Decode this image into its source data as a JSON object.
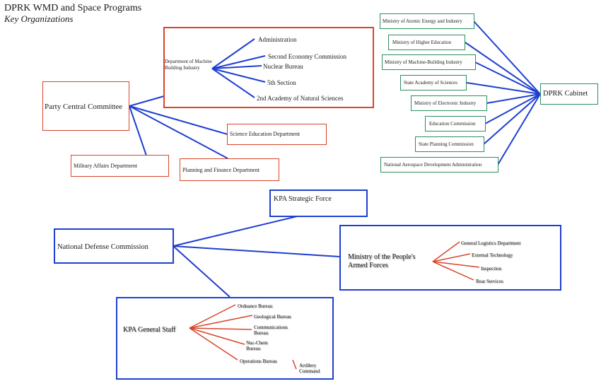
{
  "header": {
    "title": "DPRK WMD and Space Programs",
    "subtitle": "Key Organizations"
  },
  "party": {
    "central": "Party Central Committee",
    "dept_mbi": "Department of Machine Building Industry",
    "mbi_children": [
      "Administration",
      "Second Economy Commission",
      "Nuclear Bureau",
      "5th Section",
      "2nd Academy of Natural Sciences"
    ],
    "science_ed": "Science Education Department",
    "military_affairs": "Military Affairs Department",
    "planning_finance": "Planning and Finance Department"
  },
  "cabinet": {
    "name": "DPRK Cabinet",
    "ministries": [
      "Ministry of Atomic Energy and Industry",
      "Ministry of Higher Education",
      "Ministry of Machine-Building Industry",
      "State Academy of Sciences",
      "Ministry of Electronic Industry",
      "Education Commission",
      "State Planning Commission",
      "National Aerospace Development Administration"
    ]
  },
  "defense": {
    "ndc": "National Defense Commission",
    "strategic_force": "KPA Strategic Force",
    "mpaf": "Ministry of the People's Armed Forces",
    "mpaf_children": [
      "General Logistics Department",
      "External Technology",
      "Inspection",
      "Rear Services"
    ],
    "general_staff": "KPA General Staff",
    "gs_children": [
      "Ordnance Bureau",
      "Geological Bureau",
      "Communications Bureau",
      "Nuc-Chem Bureau",
      "Operations Bureau"
    ],
    "artillery": "Artillery Command"
  },
  "colors": {
    "red": "#d9442a",
    "green": "#2a8f5e",
    "blue": "#1f3fd0",
    "line_blue": "#1f3fd0"
  }
}
